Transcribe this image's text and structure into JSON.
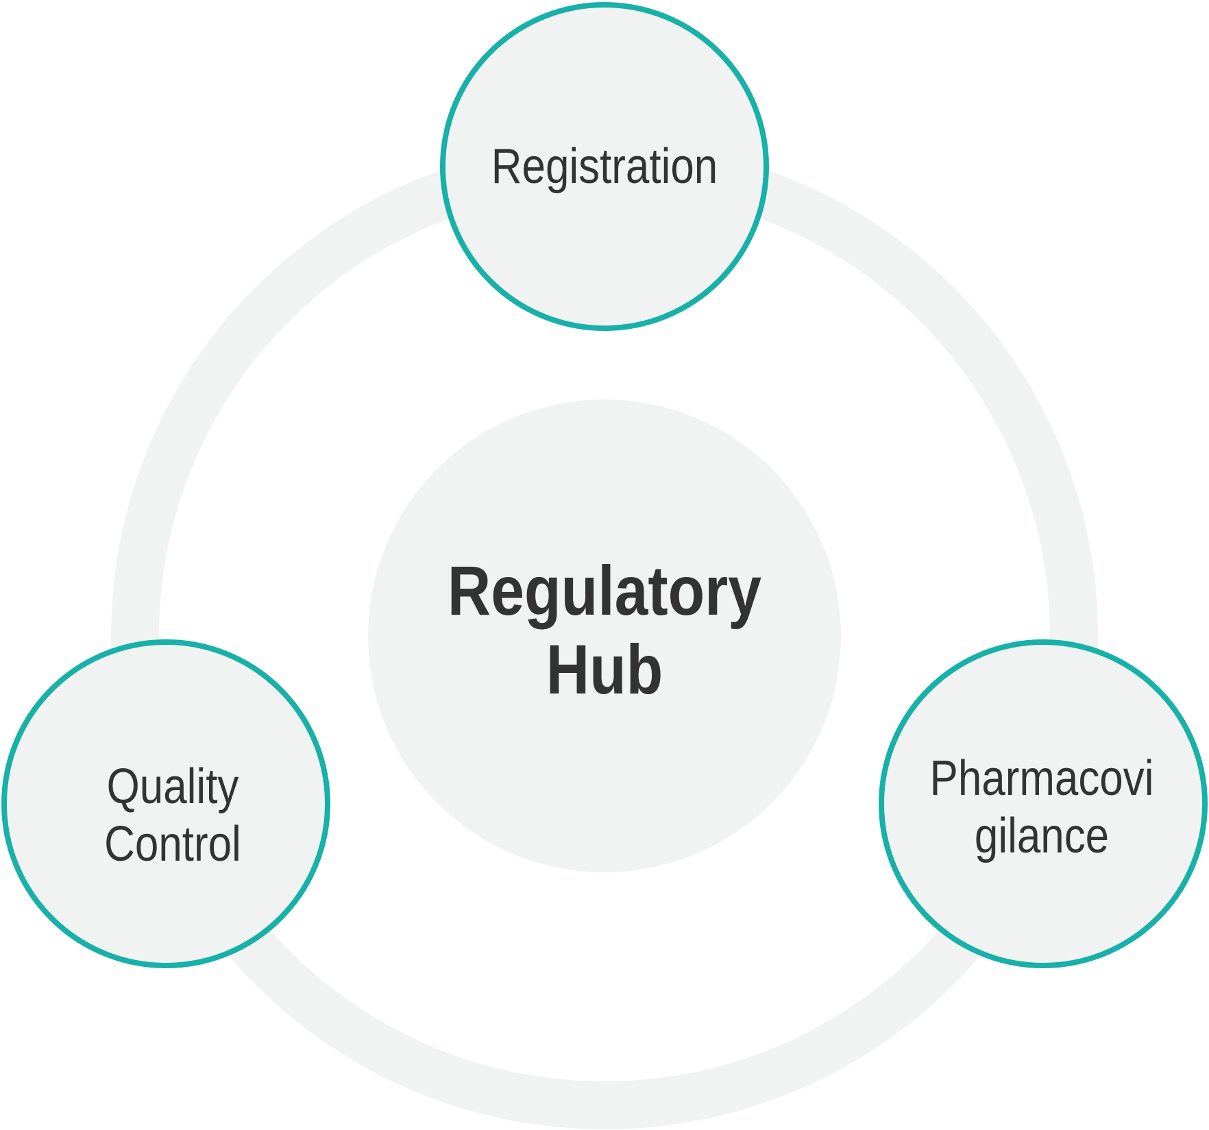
{
  "hub": {
    "label_line1": "Regulatory",
    "label_line2": "Hub"
  },
  "nodes": [
    {
      "id": "registration",
      "line1": "Registration"
    },
    {
      "id": "quality-control",
      "line1": "Quality",
      "line2": "Control"
    },
    {
      "id": "pharmacovigilance",
      "line1": "Pharmacovi",
      "line2": "gilance"
    }
  ],
  "colors": {
    "ring": "#f1f3f2",
    "node_fill": "#f1f3f2",
    "node_stroke": "#17b1a9",
    "hub_fill": "#f1f3f2",
    "text": "#333333",
    "background": "#ffffff"
  }
}
